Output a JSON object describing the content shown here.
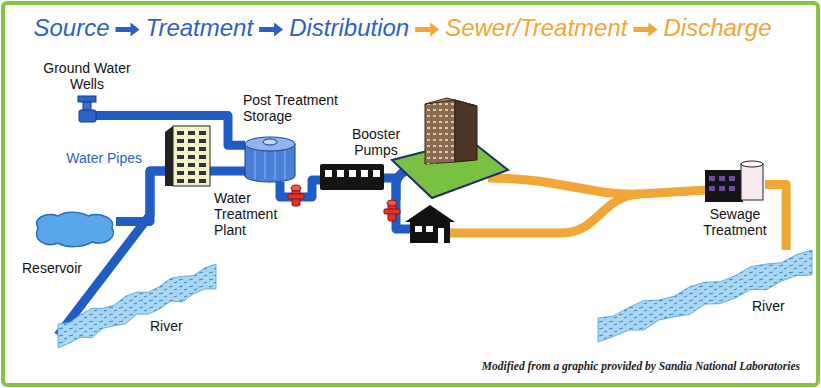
{
  "diagram": {
    "nodes": [
      {
        "text": [
          "Ground Water Wells"
        ]
      },
      {
        "text": [
          "Post Treatment Storage"
        ]
      },
      {
        "text": [
          "Booster Pumps"
        ]
      },
      {
        "text": [
          "Water Treatment Plant"
        ]
      },
      {
        "text": [
          "Reservoir"
        ]
      },
      {
        "text": [
          "Sewage Treatment"
        ]
      },
      {
        "text": [
          "River"
        ]
      },
      {
        "text": [
          "River"
        ]
      }
    ],
    "edges": [
      {
        "from": 0,
        "to": 1,
        "arrow": "none"
      },
      {
        "from": 4,
        "to": 3,
        "arrow": "none"
      },
      {
        "from": 7,
        "to": 3,
        "arrow": "none"
      },
      {
        "from": 3,
        "to": 1,
        "arrow": "none"
      },
      {
        "from": 1,
        "to": 2,
        "arrow": "none"
      },
      {
        "from": 5,
        "to": 6,
        "arrow": "none"
      }
    ],
    "labels": [
      "Source",
      "Treatment",
      "Distribution",
      "Sewer/Treatment",
      "Discharge",
      "Water Pipes",
      "Modified from a graphic provided by Sandia National Laboratories"
    ]
  }
}
